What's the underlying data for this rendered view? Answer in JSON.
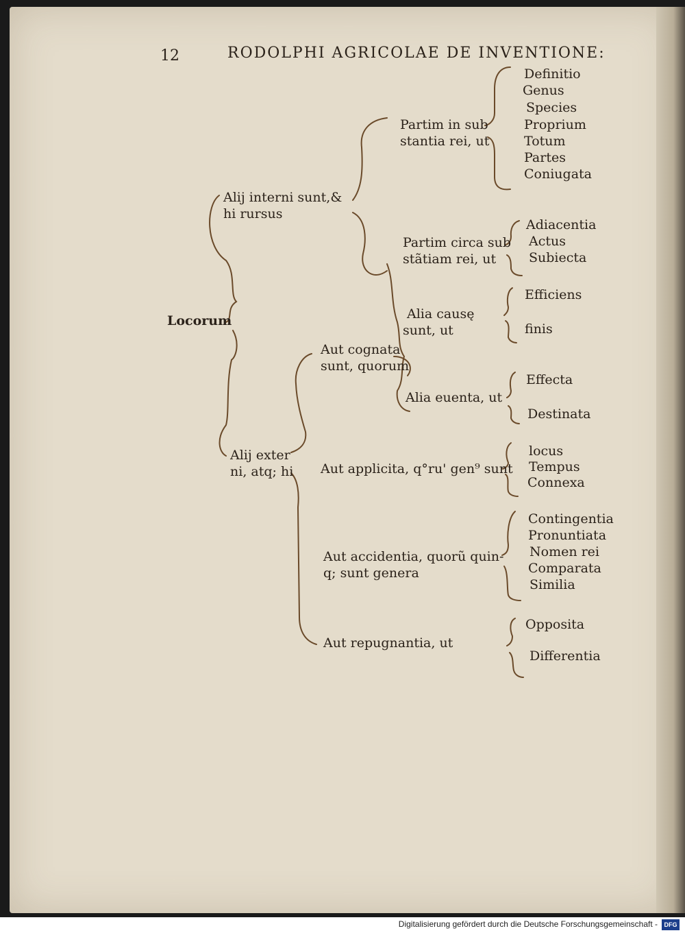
{
  "header": {
    "page_number": "12",
    "running_title": "RODOLPHI AGRICOLAE DE INVENTIONE:"
  },
  "tree": {
    "root": "Locorum",
    "interni": "Alij interni sunt,&",
    "interni_2": "hi rursus",
    "in_substantia": "Partim in sub",
    "in_substantia_2": "stantia rei, ut",
    "in_substantia_items": [
      "Definitio",
      "Genus",
      "Species",
      "Proprium",
      "Totum",
      "Partes",
      "Coniugata"
    ],
    "circa_substantiam": "Partim circa sub",
    "circa_substantiam_2": "stãtiam rei, ut",
    "circa_items": [
      "Adiacentia",
      "Actus",
      "Subiecta"
    ],
    "causae": "Alia causę",
    "causae_2": "sunt, ut",
    "causae_items": [
      "Efficiens",
      "finis"
    ],
    "cognata": "Aut cognata",
    "cognata_2": "sunt, quorum",
    "euenta": "Alia euenta, ut",
    "euenta_items": [
      "Effecta",
      "Destinata"
    ],
    "externi": "Alij exter",
    "externi_2": "ni, atq; hi",
    "applicita": "Aut applicita, q°ru' gen⁹ sunt",
    "applicita_items": [
      "locus",
      "Tempus",
      "Connexa"
    ],
    "accidentia": "Aut accidentia, quorũ quin-",
    "accidentia_2": "q; sunt genera",
    "accidentia_items": [
      "Contingentia",
      "Pronuntiata",
      "Nomen rei",
      "Comparata",
      "Similia"
    ],
    "repugnantia": "Aut repugnantia, ut",
    "repugnantia_items": [
      "Opposita",
      "Differentia"
    ]
  },
  "footer": {
    "credit": "Digitalisierung gefördert durch die Deutsche Forschungsgemeinschaft -",
    "logo": "DFG"
  },
  "colors": {
    "paper": "#e4dccb",
    "ink": "#2b221a",
    "brace": "#6a4a2a"
  }
}
